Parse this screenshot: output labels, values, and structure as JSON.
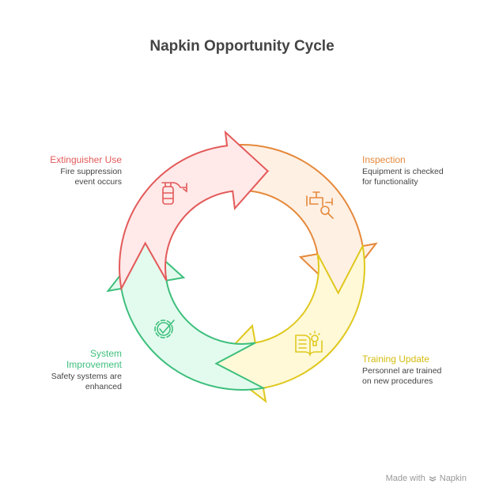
{
  "title": "Napkin Opportunity Cycle",
  "steps": [
    {
      "title": "Extinguisher Use",
      "line1": "Fire suppression",
      "line2": "event occurs",
      "icon": "fire-extinguisher-icon",
      "stroke": "#e35a5a",
      "fill": "#ffe9e9"
    },
    {
      "title": "Inspection",
      "line1": "Equipment is checked",
      "line2": "for functionality",
      "icon": "inspection-pipe-magnifier-icon",
      "stroke": "#e5893b",
      "fill": "#fff0e4"
    },
    {
      "title": "Training Update",
      "line1": "Personnel are trained",
      "line2": "on new procedures",
      "icon": "book-lightbulb-icon",
      "stroke": "#dfc81e",
      "fill": "#fff9d8"
    },
    {
      "title": "System",
      "title2": "Improvement",
      "line1": "Safety systems are",
      "line2": "enhanced",
      "icon": "gear-check-icon",
      "stroke": "#3dbf7c",
      "fill": "#e3fbee"
    }
  ],
  "footer": {
    "prefix": "Made with",
    "brand": "Napkin"
  }
}
